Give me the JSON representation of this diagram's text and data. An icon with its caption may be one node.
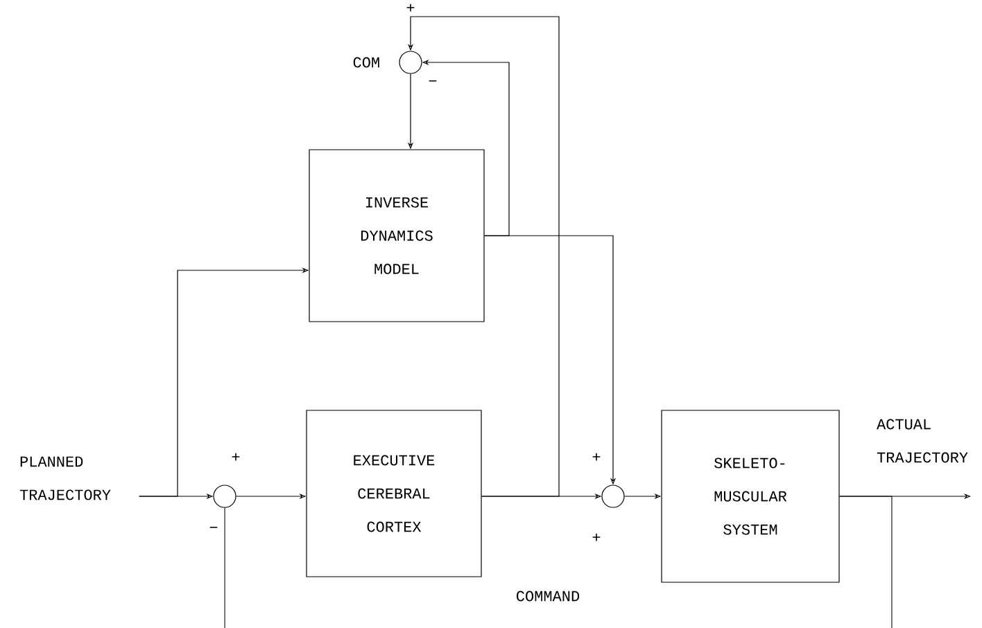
{
  "diagram": {
    "nodes": [
      {
        "text": [
          "PLANNED TRAJECTORY"
        ]
      },
      {
        "text": [],
        "shape": "circle"
      },
      {
        "text": [
          "EXECUTIVE CEREBRAL CORTEX"
        ]
      },
      {
        "text": [],
        "shape": "circle"
      },
      {
        "text": [
          "SKELETO- MUSCULAR SYSTEM"
        ]
      },
      {
        "text": [],
        "shape": "circle",
        "beside": [
          "COM"
        ]
      },
      {
        "text": [
          "INVERSE DYNAMICS MODEL"
        ]
      }
    ],
    "edges": [
      {
        "from": 0,
        "to": 1,
        "arrow": "to"
      },
      {
        "from": 1,
        "to": 2,
        "arrow": "to"
      },
      {
        "from": 2,
        "to": 3,
        "arrow": "to"
      },
      {
        "from": 3,
        "to": 4,
        "arrow": "to"
      },
      {
        "from": 4,
        "to": null,
        "arrow": "to"
      },
      {
        "from": 4,
        "to": null,
        "arrow": "none"
      },
      {
        "from": null,
        "to": 1,
        "arrow": "none"
      },
      {
        "from": 0,
        "to": 6,
        "arrow": "to"
      },
      {
        "from": 2,
        "to": 5,
        "arrow": "to"
      },
      {
        "from": 5,
        "to": 6,
        "arrow": "to"
      },
      {
        "from": 6,
        "to": 5,
        "arrow": "to"
      },
      {
        "from": 6,
        "to": 3,
        "arrow": "to"
      }
    ],
    "labels": [
      "+",
      "−",
      "+",
      "−",
      "+",
      "+",
      "ACTUAL TRAJECTORY",
      "COMMAND"
    ]
  }
}
